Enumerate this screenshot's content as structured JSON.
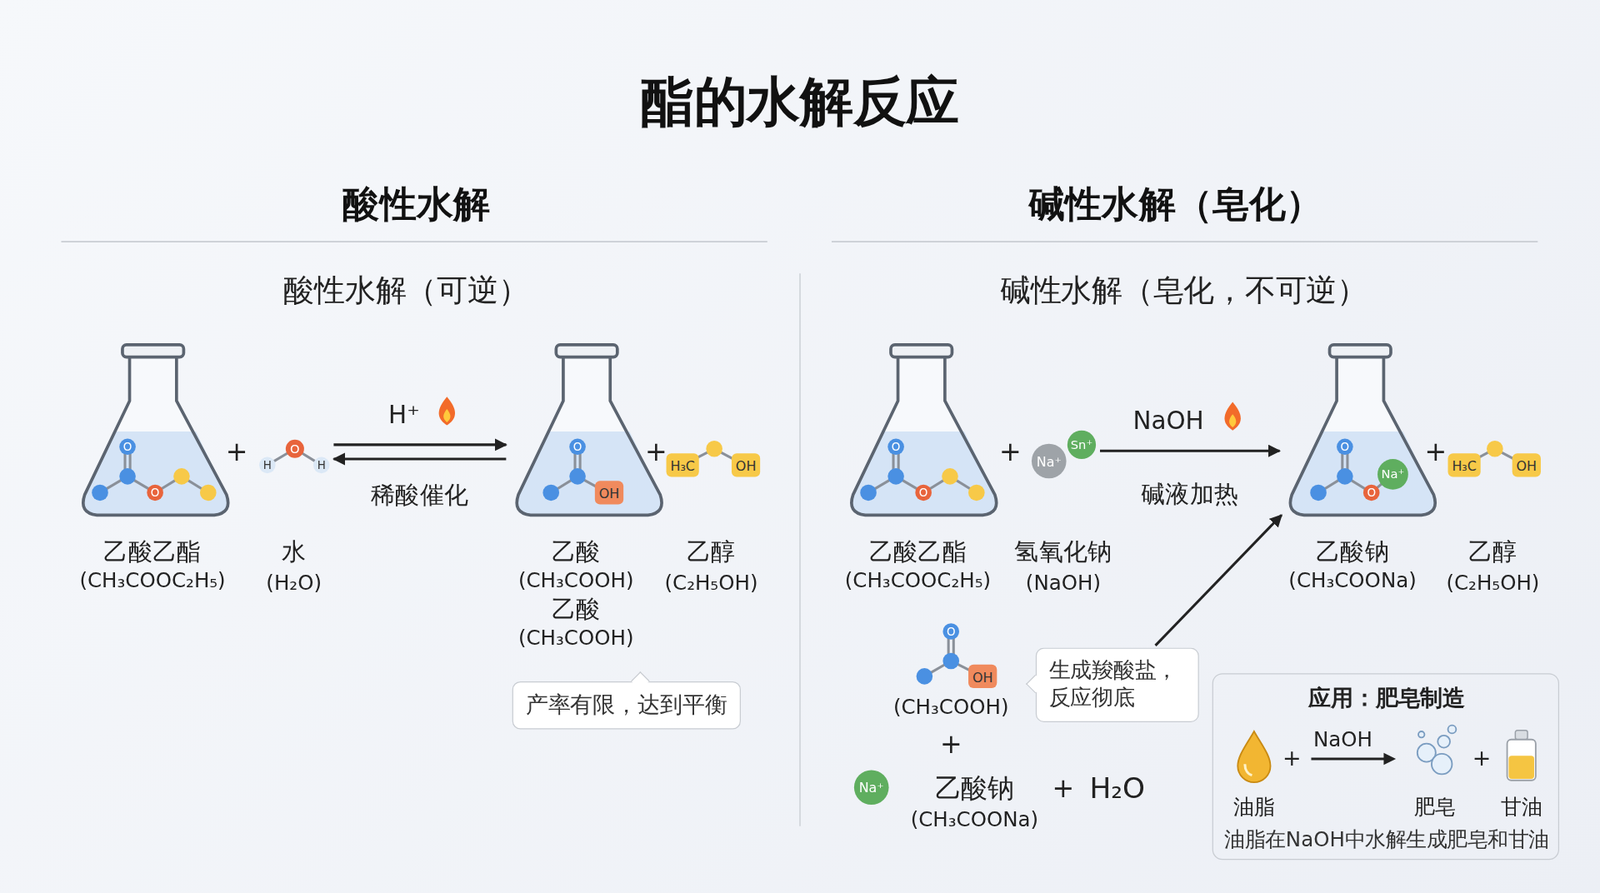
{
  "diagram": {
    "title": "酯的水解反应",
    "nodes": [
      {
        "text": [
          "乙酸乙酯",
          "(CH₃COOC₂H₅)"
        ]
      },
      {
        "text": [
          "O"
        ],
        "in": 0
      },
      {
        "text": [
          "O"
        ],
        "in": 0
      },
      {
        "text": [
          "H"
        ]
      },
      {
        "text": [
          "O"
        ]
      },
      {
        "text": [
          "H"
        ]
      },
      {
        "text": [
          "乙酸",
          "(CH₃COOH)",
          "乙酸",
          "(CH₃COOH)"
        ]
      },
      {
        "text": [
          "O"
        ],
        "in": 6
      },
      {
        "text": [
          "OH"
        ],
        "in": 6
      },
      {
        "text": [
          "H₃C"
        ]
      },
      {
        "text": [
          "OH"
        ]
      },
      {
        "text": [
          "产率有限，达到平衡"
        ]
      },
      {
        "text": [
          "乙酸乙酯",
          "(CH₃COOC₂H₅)"
        ]
      },
      {
        "text": [
          "O"
        ],
        "in": 12
      },
      {
        "text": [
          "O"
        ],
        "in": 12
      },
      {
        "text": [
          "Na⁺"
        ]
      },
      {
        "text": [
          "Sn⁺"
        ]
      },
      {
        "text": [
          "乙酸钠",
          "(CH₃COONa)"
        ]
      },
      {
        "text": [
          "O"
        ],
        "in": 17
      },
      {
        "text": [
          "Na⁺"
        ],
        "in": 17
      },
      {
        "text": [
          "O"
        ],
        "in": 17
      },
      {
        "text": [
          "H₃C"
        ]
      },
      {
        "text": [
          "OH"
        ]
      },
      {
        "text": [
          "O"
        ]
      },
      {
        "text": [
          "OH"
        ]
      },
      {
        "text": [
          "生成羧酸盐，反应彻底"
        ]
      },
      {
        "text": [
          "Na⁺"
        ]
      },
      {
        "text": [
          "应用：肥皂制造",
          "油脂在NaOH中水解生成肥皂和甘油"
        ]
      },
      {
        "text": [
          "油脂"
        ],
        "in": 27
      },
      {
        "text": [
          "肥皂"
        ],
        "in": 27
      },
      {
        "text": [
          "甘油"
        ],
        "in": 27
      }
    ],
    "edges": [
      {
        "from": 5,
        "to": 6,
        "arrow": "both",
        "label": "稀酸催化"
      },
      {
        "from": 16,
        "to": 17,
        "arrow": "to",
        "label": "碱液加热"
      },
      {
        "from": 25,
        "to": 17,
        "arrow": "to"
      }
    ],
    "labels": [
      "酸性水解",
      "碱性水解（皂化）",
      "酸性水解（可逆）",
      "碱性水解（皂化，不可逆）",
      "+",
      "水",
      "(H₂O)",
      "H⁺",
      "+",
      "乙醇",
      "(C₂H₅OH)",
      "+",
      "氢氧化钠",
      "(NaOH)",
      "NaOH",
      "+",
      "乙醇",
      "(C₂H₅OH)",
      "(CH₃COOH)",
      "+",
      "乙酸钠",
      "(CH₃COONa)",
      "+",
      "H₂O",
      "+",
      "NaOH",
      "+"
    ]
  }
}
